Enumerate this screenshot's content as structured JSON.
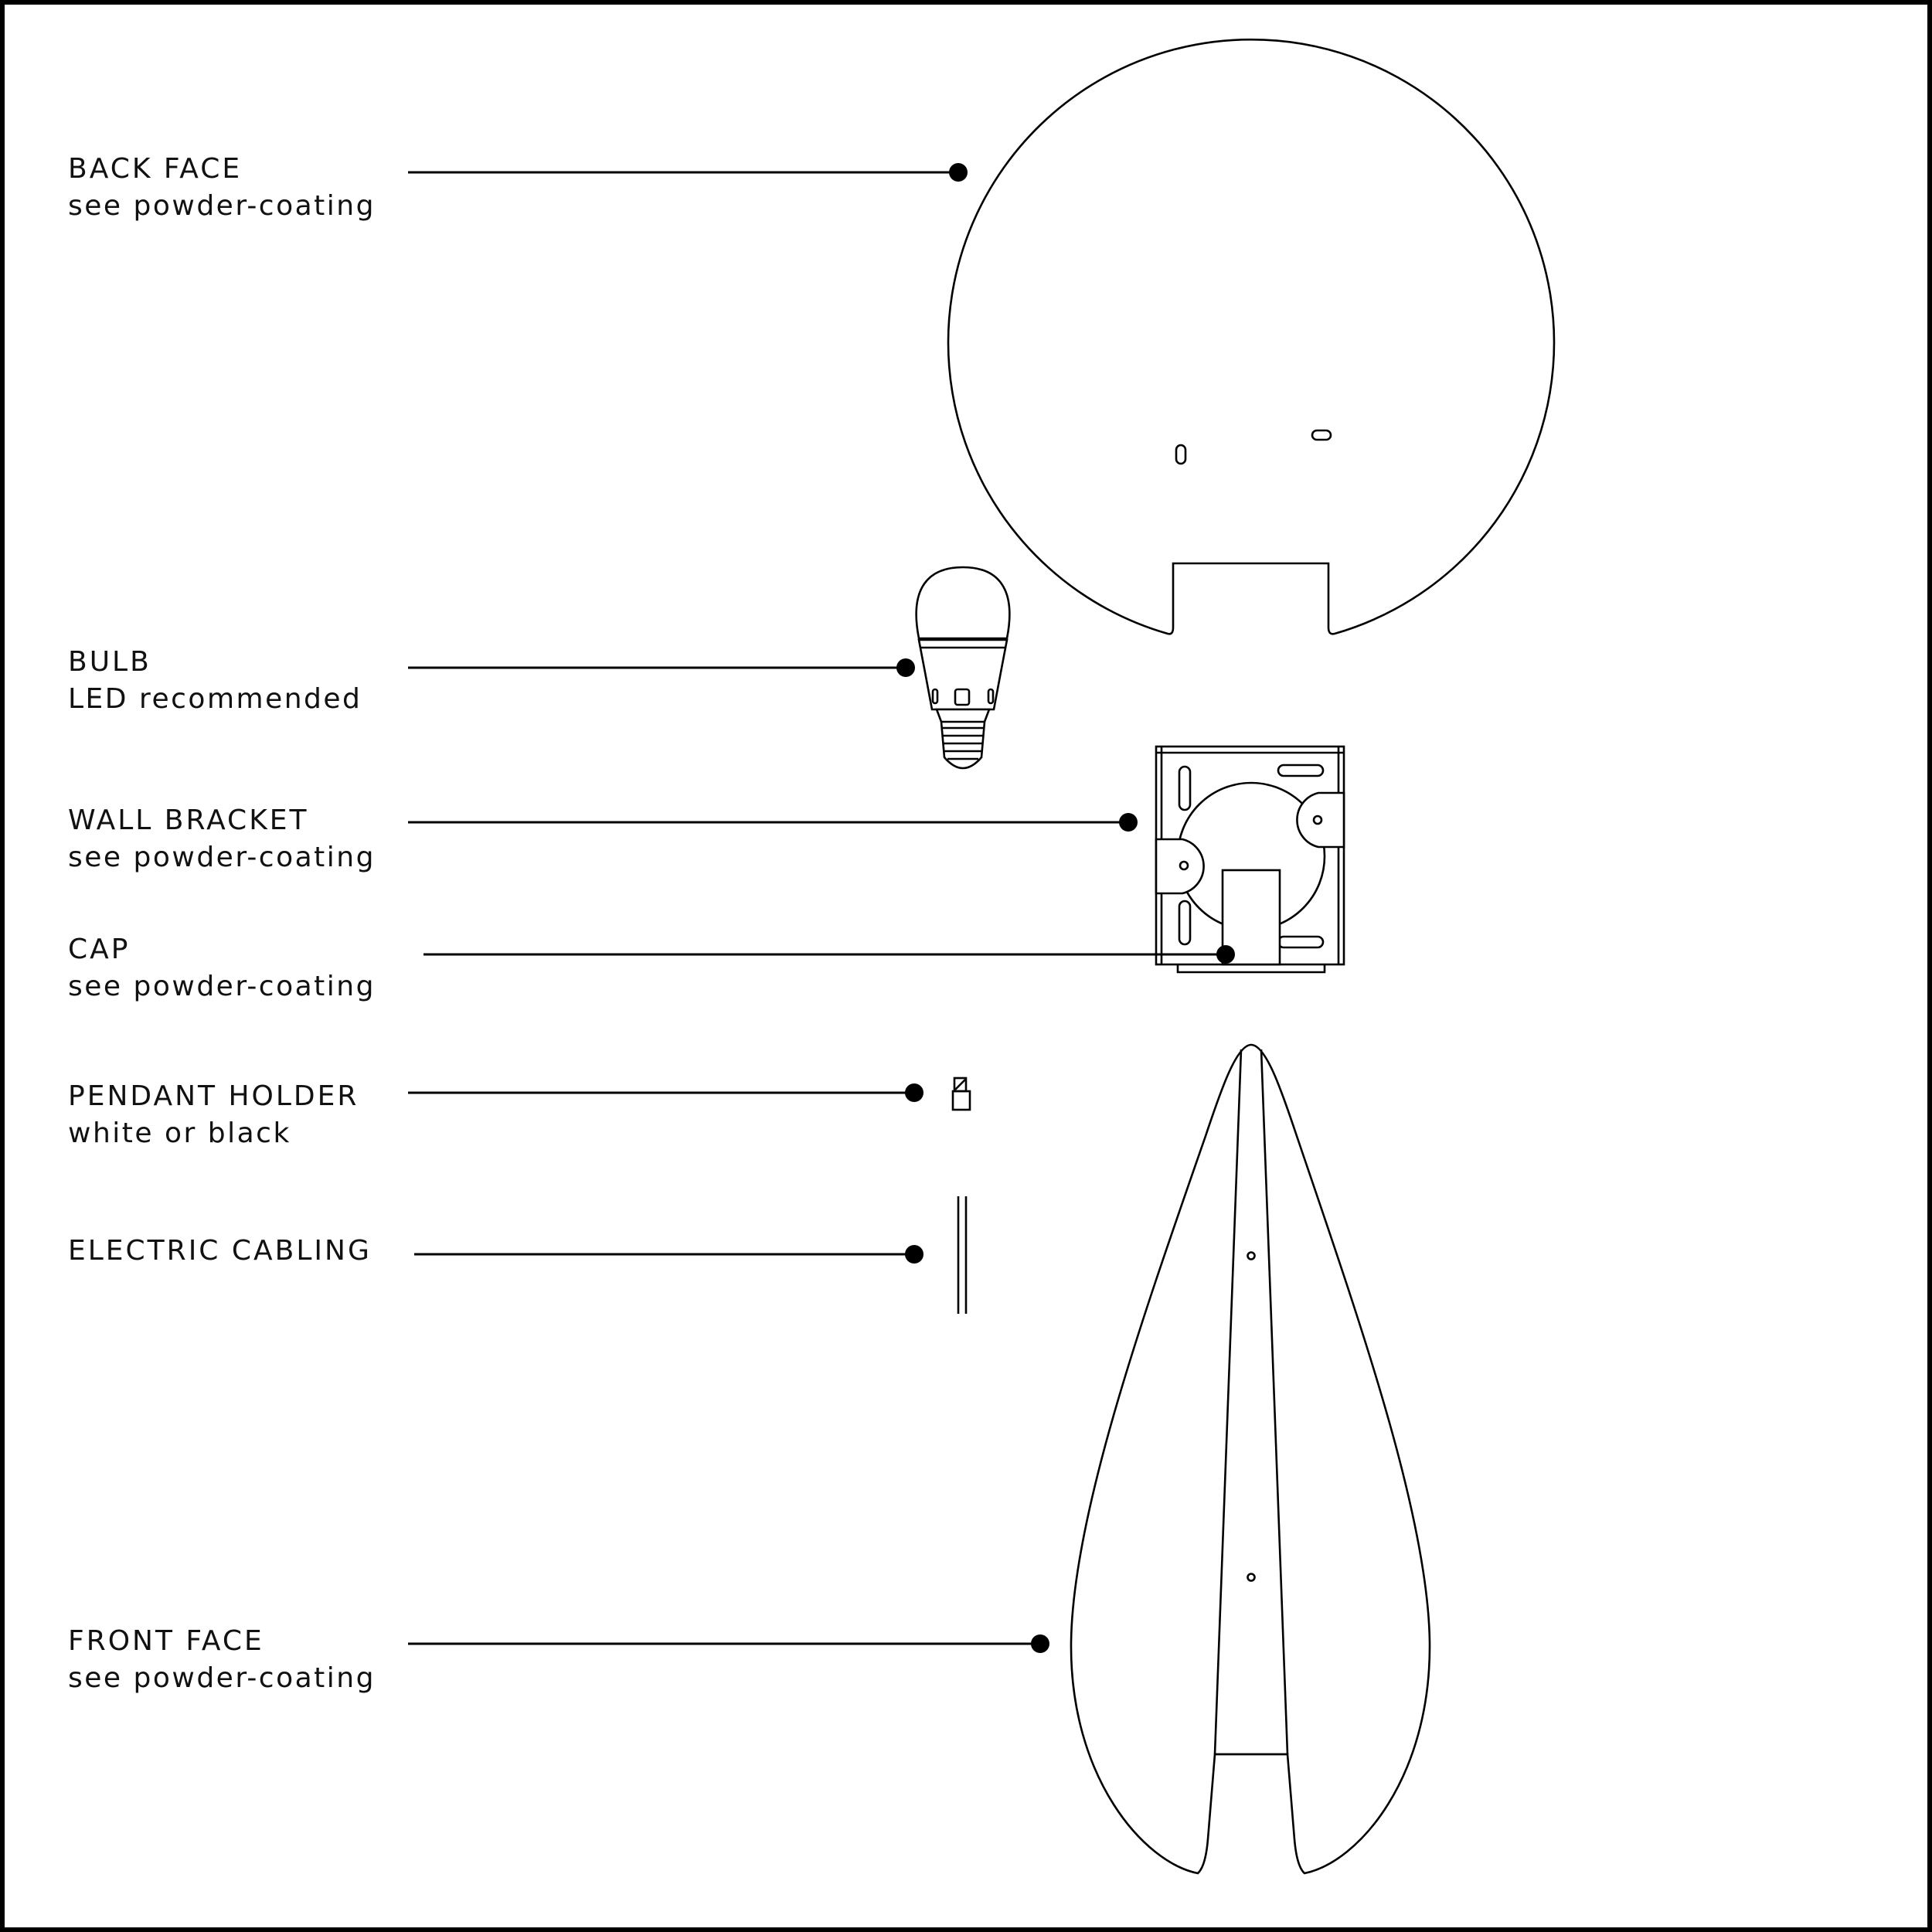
{
  "labels": {
    "back_face": {
      "name": "BACK FACE",
      "note": "see powder-coating"
    },
    "bulb": {
      "name": "BULB",
      "note": "LED recommended"
    },
    "wall_bracket": {
      "name": "WALL BRACKET",
      "note": "see powder-coating"
    },
    "cap": {
      "name": "CAP",
      "note": "see powder-coating"
    },
    "pendant_holder": {
      "name": "PENDANT HOLDER",
      "note": "white or black"
    },
    "electric_cabling": {
      "name": "ELECTRIC CABLING"
    },
    "front_face": {
      "name": "FRONT FACE",
      "note": "see powder-coating"
    }
  },
  "colors": {
    "stroke": "#000000",
    "background": "#ffffff"
  }
}
